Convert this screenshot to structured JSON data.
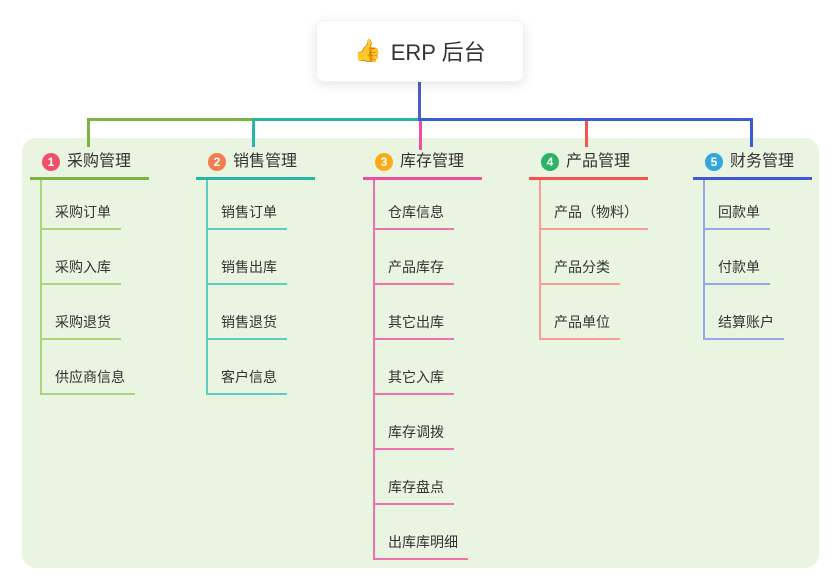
{
  "root": {
    "icon": "thumbs-up",
    "icon_glyph": "👍",
    "label": "ERP 后台"
  },
  "colors": {
    "page_bg": "#ffffff",
    "canvas_bg": "#e9f4e1",
    "root_line": "#4c5ccd",
    "text": "#333333"
  },
  "branches": [
    {
      "num": "1",
      "label": "采购管理",
      "colors": {
        "badge": "#f1506b",
        "line": "#7cb342",
        "child_line": "#a9d67d"
      },
      "children": [
        "采购订单",
        "采购入库",
        "采购退货",
        "供应商信息"
      ]
    },
    {
      "num": "2",
      "label": "销售管理",
      "colors": {
        "badge": "#f37d4e",
        "line": "#27b6a7",
        "child_line": "#5fccc0"
      },
      "children": [
        "销售订单",
        "销售出库",
        "销售退货",
        "客户信息"
      ]
    },
    {
      "num": "3",
      "label": "库存管理",
      "colors": {
        "badge": "#fbab19",
        "line": "#ee4fa1",
        "child_line": "#f170ae"
      },
      "children": [
        "仓库信息",
        "产品库存",
        "其它出库",
        "其它入库",
        "库存调拨",
        "库存盘点",
        "出库库明细"
      ]
    },
    {
      "num": "4",
      "label": "产品管理",
      "colors": {
        "badge": "#2db364",
        "line": "#f4544d",
        "child_line": "#f79d92"
      },
      "children": [
        "产品（物料）",
        "产品分类",
        "产品单位"
      ]
    },
    {
      "num": "5",
      "label": "财务管理",
      "colors": {
        "badge": "#32a6de",
        "line": "#3d5ad8",
        "child_line": "#93a8e8"
      },
      "children": [
        "回款单",
        "付款单",
        "结算账户"
      ]
    }
  ]
}
